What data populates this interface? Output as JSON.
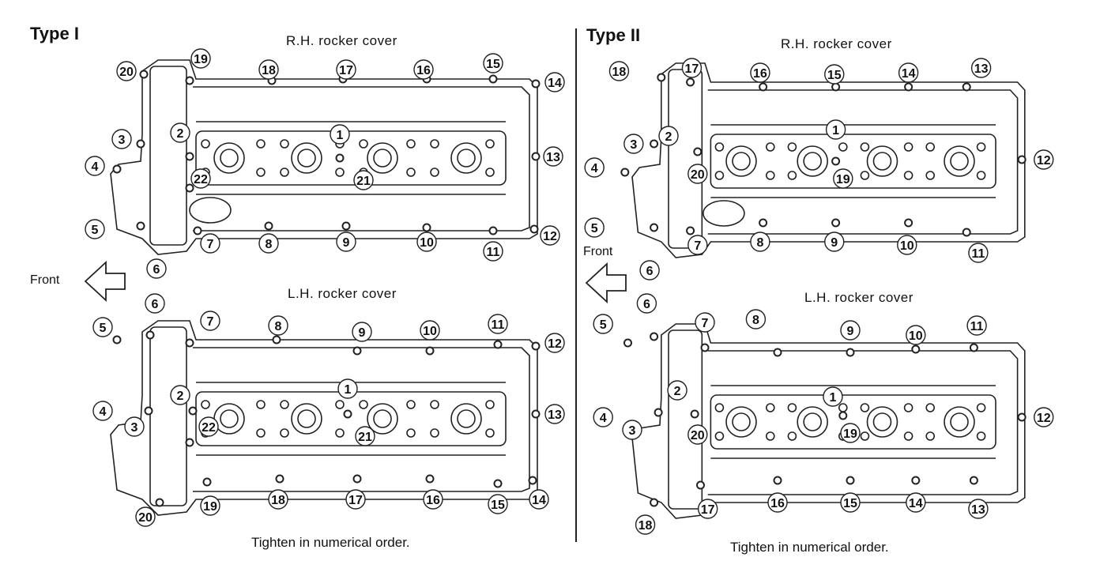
{
  "type1": {
    "title": "Type I",
    "rh_cover": "R.H. rocker cover",
    "lh_cover": "L.H. rocker cover",
    "front": "Front",
    "footer": "Tighten in numerical order.",
    "rh_labels": [
      "1",
      "2",
      "3",
      "4",
      "5",
      "6",
      "7",
      "8",
      "9",
      "10",
      "11",
      "12",
      "13",
      "14",
      "15",
      "16",
      "17",
      "18",
      "19",
      "20",
      "21",
      "22"
    ],
    "lh_labels": [
      "1",
      "2",
      "3",
      "4",
      "5",
      "6",
      "7",
      "8",
      "9",
      "10",
      "11",
      "12",
      "13",
      "14",
      "15",
      "16",
      "17",
      "18",
      "19",
      "20",
      "21",
      "22"
    ]
  },
  "type2": {
    "title": "Type II",
    "rh_cover": "R.H. rocker cover",
    "lh_cover": "L.H. rocker cover",
    "front": "Front",
    "footer": "Tighten in numerical order.",
    "rh_labels": [
      "1",
      "2",
      "3",
      "4",
      "5",
      "6",
      "7",
      "8",
      "9",
      "10",
      "11",
      "12",
      "13",
      "14",
      "15",
      "16",
      "17",
      "18",
      "19",
      "20"
    ],
    "lh_labels": [
      "1",
      "2",
      "3",
      "4",
      "5",
      "6",
      "7",
      "8",
      "9",
      "10",
      "11",
      "12",
      "13",
      "14",
      "15",
      "16",
      "17",
      "18",
      "19",
      "20"
    ]
  }
}
